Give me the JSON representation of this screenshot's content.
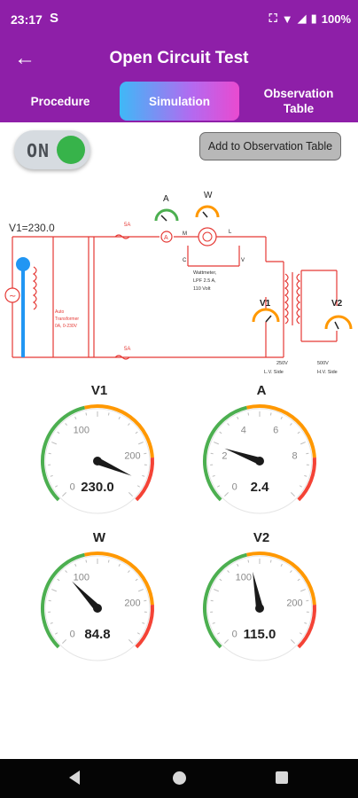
{
  "status": {
    "time": "23:17",
    "app_icon": "S",
    "battery": "100%"
  },
  "app": {
    "title": "Open Circuit Test"
  },
  "tabs": [
    {
      "label": "Procedure",
      "selected": false
    },
    {
      "label": "Simulation",
      "selected": true
    },
    {
      "label": "Observation Table",
      "selected": false
    }
  ],
  "toggle": {
    "label": "ON",
    "state": true
  },
  "add_button": {
    "label": "Add to Observation Table"
  },
  "circuit": {
    "supply_label": "V1=230.0",
    "fuse_top": "5A",
    "fuse_bottom": "5A",
    "ammeter_label": "A",
    "wattmeter_label": "W",
    "autotransformer_text": [
      "Auto",
      "Transformer",
      "0A, 0-230V"
    ],
    "wattmeter_text": [
      "Wattmeter,",
      "LPF 2.5 A,",
      "110 Volt"
    ],
    "v1_label": "V1",
    "v2_label": "V2",
    "lv_text": [
      "250V",
      "L.V.  Side"
    ],
    "hv_text": [
      "500V",
      "H.V.  Side"
    ],
    "wattmeter_terminals": [
      "M",
      "L",
      "C",
      "V"
    ]
  },
  "meters": [
    {
      "title": "V1",
      "value": 230.0,
      "display": "230.0",
      "min": 0,
      "max": 250,
      "ticks": [
        "0",
        "100",
        "200"
      ],
      "tick_values": [
        0,
        100,
        200
      ]
    },
    {
      "title": "A",
      "value": 2.4,
      "display": "2.4",
      "min": 0,
      "max": 10,
      "ticks": [
        "0",
        "2",
        "4",
        "6",
        "8"
      ],
      "tick_values": [
        0,
        2,
        4,
        6,
        8
      ]
    },
    {
      "title": "W",
      "value": 84.8,
      "display": "84.8",
      "min": 0,
      "max": 250,
      "ticks": [
        "0",
        "100",
        "200"
      ],
      "tick_values": [
        0,
        100,
        200
      ]
    },
    {
      "title": "V2",
      "value": 115.0,
      "display": "115.0",
      "min": 0,
      "max": 250,
      "ticks": [
        "0",
        "100",
        "200"
      ],
      "tick_values": [
        0,
        100,
        200
      ]
    }
  ],
  "colors": {
    "primary": "#8e1fa8",
    "green": "#4caf50",
    "orange": "#ff9800",
    "red": "#f44336",
    "wire": "#e53935"
  }
}
